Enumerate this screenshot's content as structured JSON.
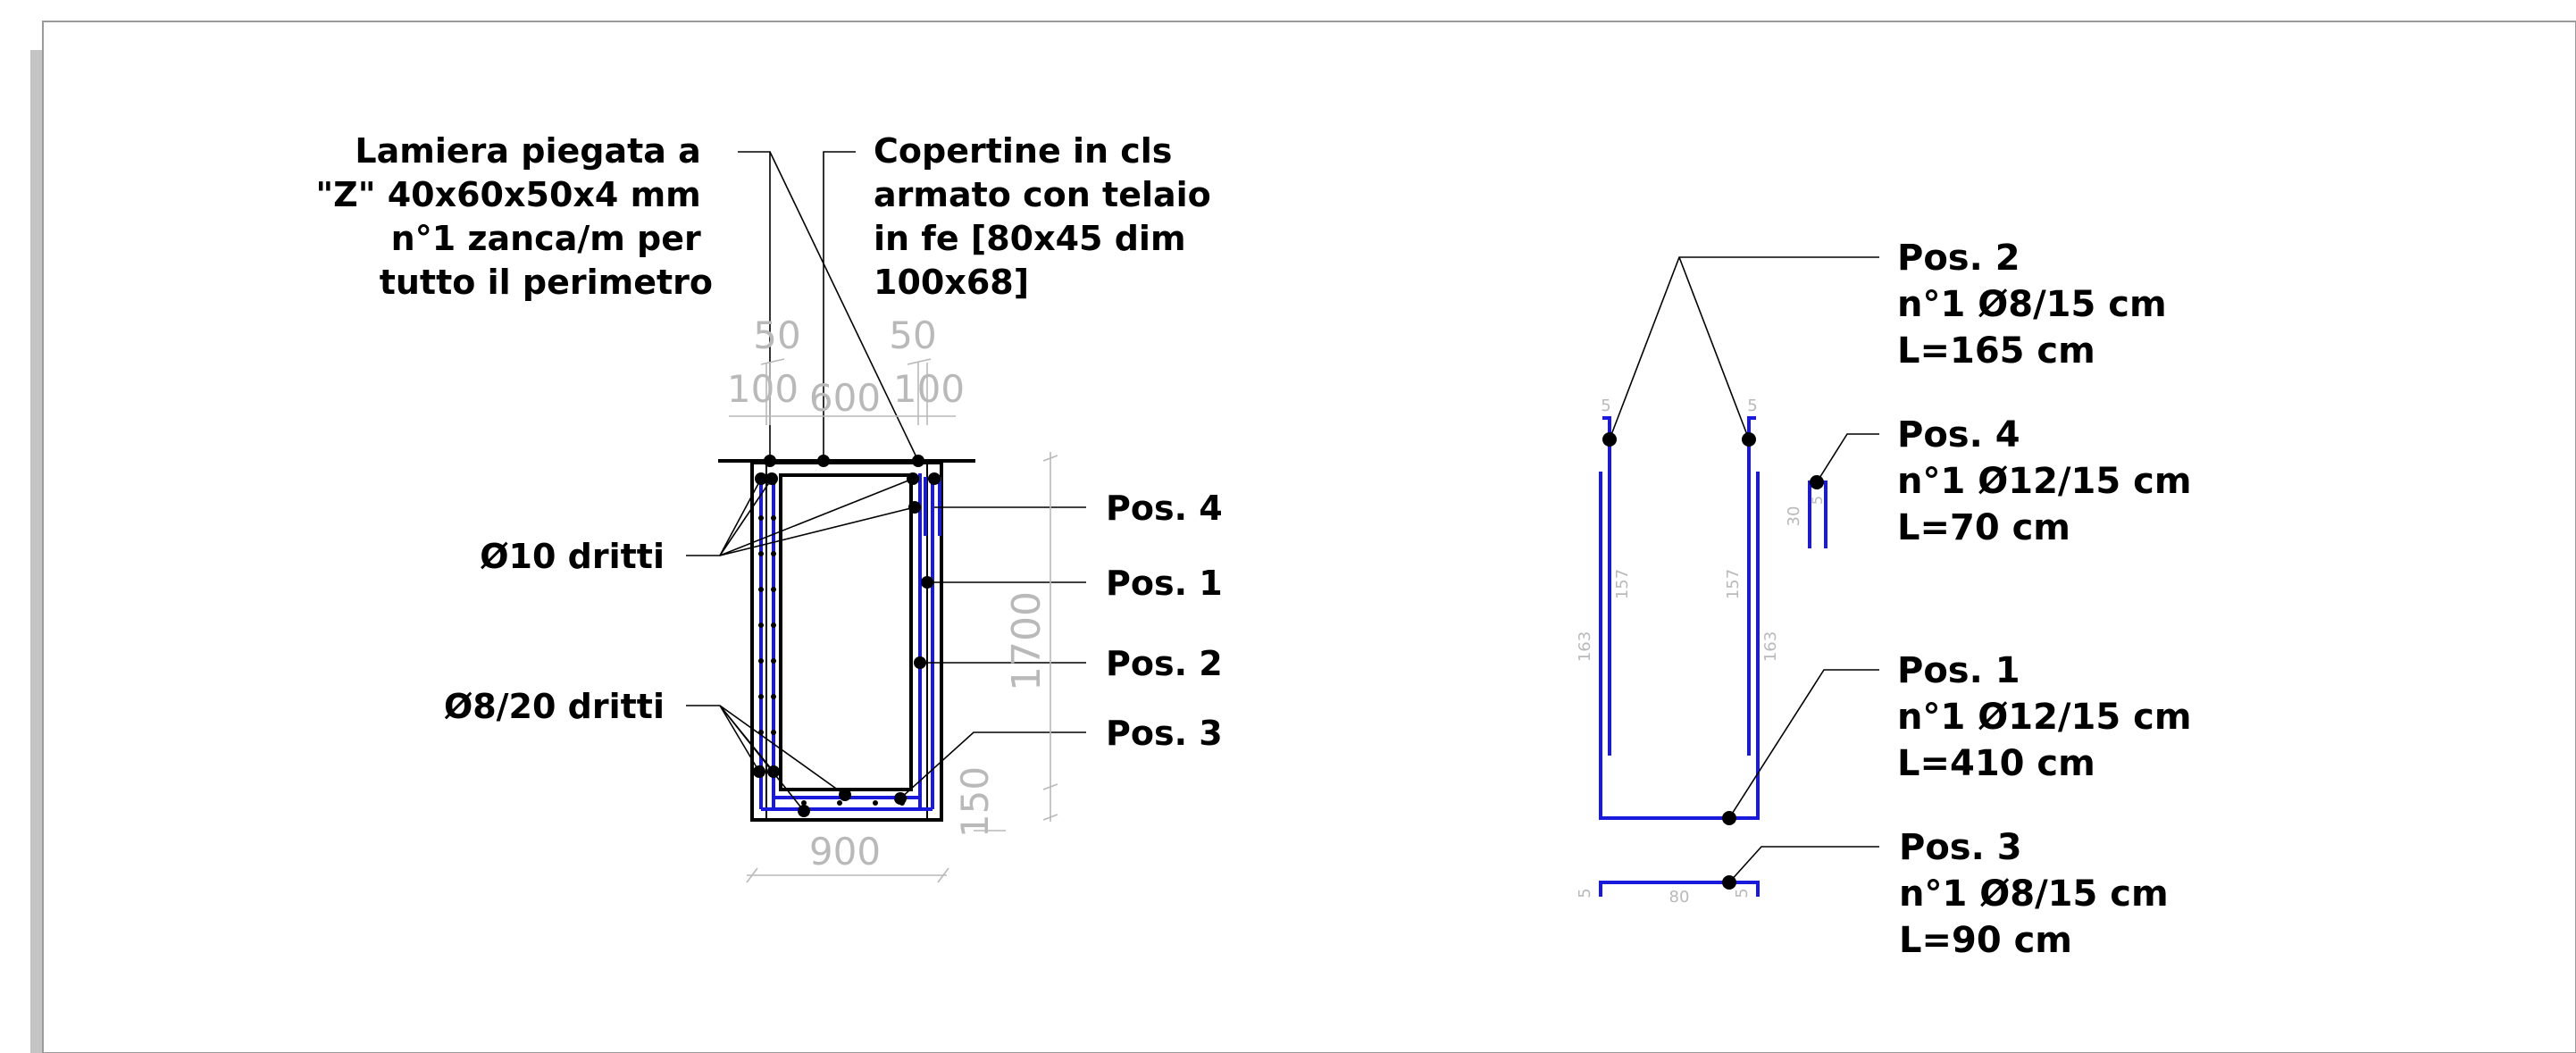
{
  "section": {
    "callout_lamiera": [
      "Lamiera piegata a",
      "\"Z\" 40x60x50x4 mm",
      "n°1 zanca/m per",
      "tutto il perimetro"
    ],
    "callout_copertine": [
      "Copertine in cls",
      "armato con telaio",
      "in fe [80x45 dim",
      "100x68]"
    ],
    "callout_dritti_10": "Ø10 dritti",
    "callout_dritti_8": "Ø8/20 dritti",
    "pos_labels": [
      "Pos. 4",
      "Pos. 1",
      "Pos. 2",
      "Pos. 3"
    ],
    "dims": {
      "top_left_50": "50",
      "top_left_100": "100",
      "top_mid_600": "600",
      "top_right_50": "50",
      "top_right_100": "100",
      "height_1700": "1700",
      "bottom_150": "150",
      "width_900": "900"
    }
  },
  "schedule": {
    "pos2": [
      "Pos. 2",
      "n°1 Ø8/15 cm",
      "L=165 cm"
    ],
    "pos4": [
      "Pos. 4",
      "n°1 Ø12/15 cm",
      "L=70 cm"
    ],
    "pos1": [
      "Pos. 1",
      "n°1 Ø12/15 cm",
      "L=410 cm"
    ],
    "pos3": [
      "Pos. 3",
      "n°1 Ø8/15 cm",
      "L=90 cm"
    ],
    "small_dims": {
      "pos2_hook_left": "5",
      "pos2_hook_right": "5",
      "pos2_leg_left": "157",
      "pos2_leg_right": "157",
      "pos1_leg_left": "163",
      "pos1_leg_right": "163",
      "pos4_leg": "30",
      "pos4_hook": "5",
      "pos3_hook_left": "5",
      "pos3_len": "80",
      "pos3_hook_right": "5"
    }
  },
  "colors": {
    "rebar": "#1a1adc",
    "dimension": "#b9b9b9",
    "ink": "#000000",
    "frame": "#bdbdbd"
  }
}
